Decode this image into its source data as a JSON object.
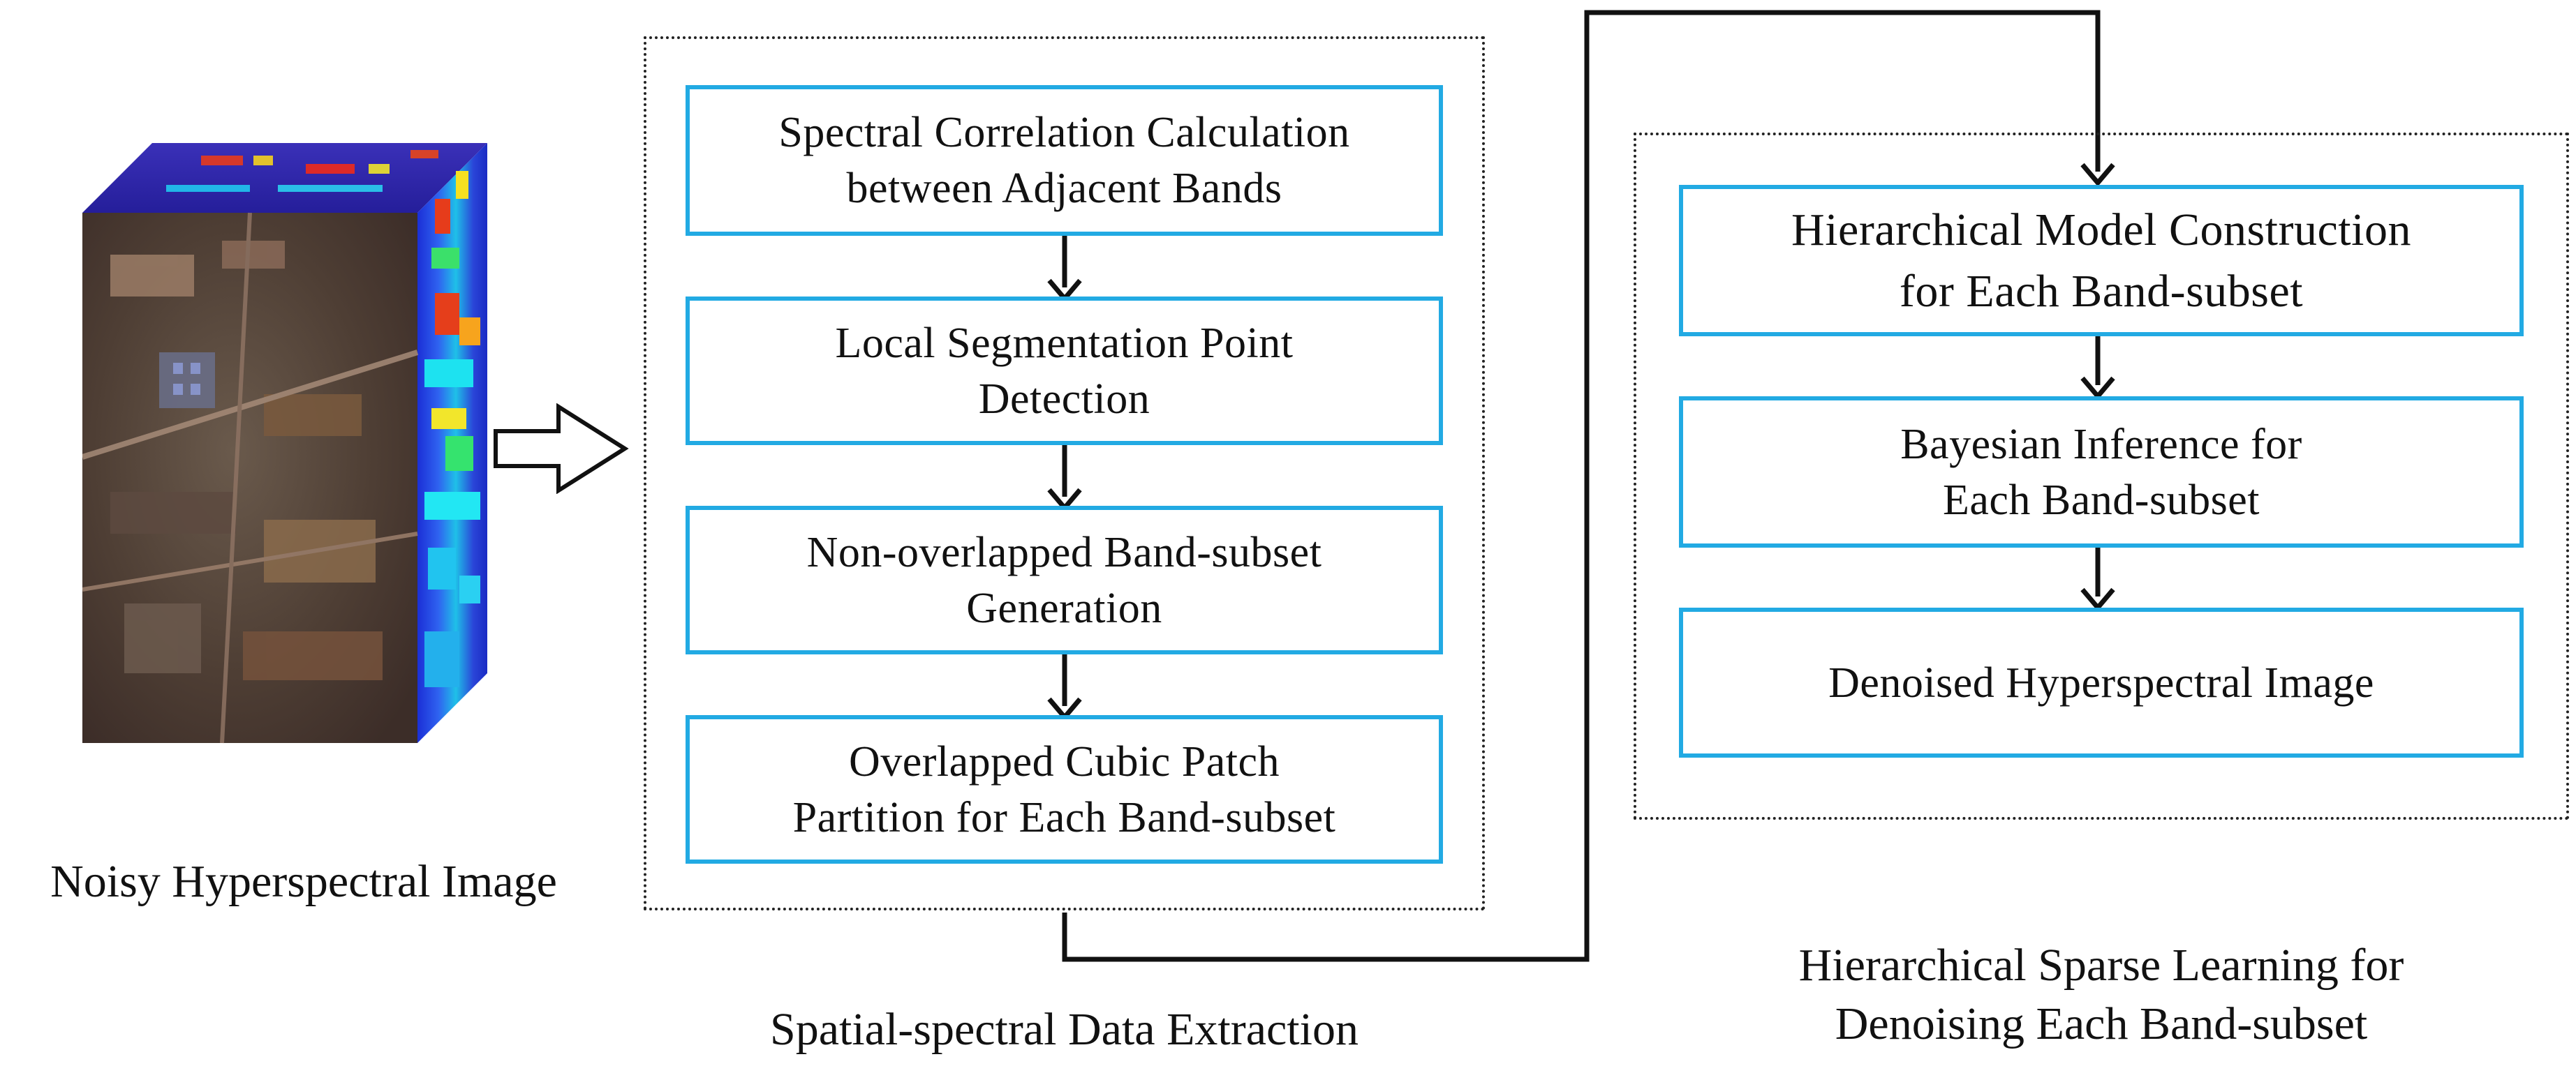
{
  "input_caption": "Noisy Hyperspectral Image",
  "extraction": {
    "caption": "Spatial-spectral Data Extraction",
    "steps": [
      "Spectral Correlation Calculation\nbetween Adjacent Bands",
      "Local Segmentation Point\nDetection",
      "Non-overlapped Band-subset\nGeneration",
      "Overlapped Cubic Patch\nPartition for Each Band-subset"
    ]
  },
  "learning": {
    "caption": "Hierarchical Sparse Learning for\nDenoising Each Band-subset",
    "steps": [
      "Hierarchical Model Construction\nfor Each Band-subset",
      "Bayesian Inference for\nEach Band-subset",
      "Denoised Hyperspectral Image"
    ]
  },
  "colors": {
    "box_border": "#22aae3",
    "line": "#111111"
  }
}
